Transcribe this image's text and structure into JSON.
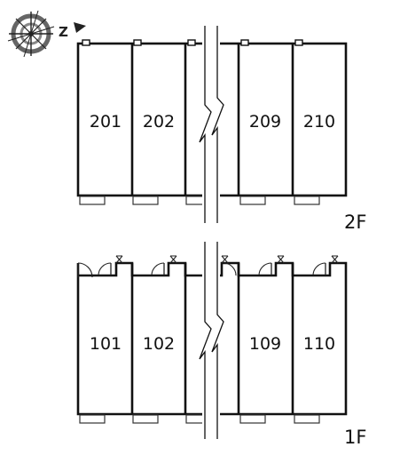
{
  "compass": {
    "label": "Z",
    "icon": "north-arrow-compass-icon"
  },
  "floors": [
    {
      "id": "2F",
      "label": "2F",
      "units": [
        {
          "label": "201"
        },
        {
          "label": "202"
        },
        {
          "label": ""
        },
        {
          "label": "209"
        },
        {
          "label": "210"
        }
      ]
    },
    {
      "id": "1F",
      "label": "1F",
      "units": [
        {
          "label": "101"
        },
        {
          "label": "102"
        },
        {
          "label": ""
        },
        {
          "label": "109"
        },
        {
          "label": "110"
        }
      ]
    }
  ],
  "colors": {
    "wall": "#111111",
    "balcony": "#ffffff",
    "background": "#ffffff"
  }
}
